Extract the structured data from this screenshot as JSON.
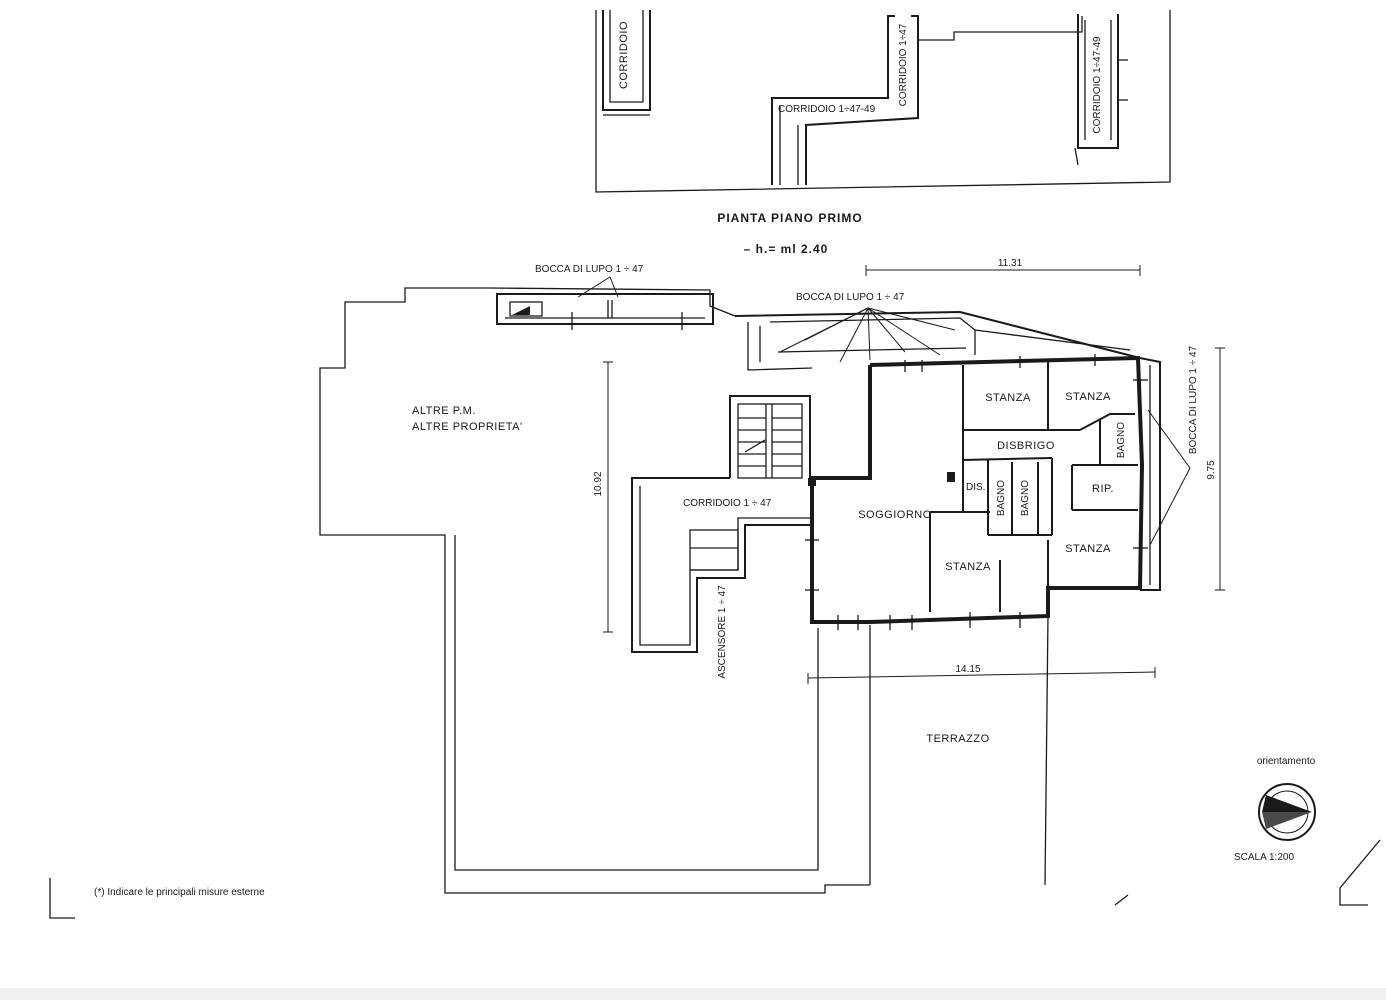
{
  "title": {
    "line1": "PIANTA PIANO PRIMO",
    "line2": "– h.= ml 2.40"
  },
  "labels": {
    "corridoio_top_left": "CORRIDOIO",
    "corridoio_top_h": "CORRIDOIO 1÷47-49",
    "corridoio_top_v1": "CORRIDOIO 1÷47",
    "corridoio_top_v2": "CORRIDOIO 1÷47-49",
    "bocca_1": "BOCCA DI LUPO 1 ÷ 47",
    "bocca_2": "BOCCA DI LUPO 1 ÷ 47",
    "bocca_3": "BOCCA DI LUPO 1 ÷ 47",
    "altre_pm": "ALTRE P.M.",
    "altre_proprieta": "ALTRE PROPRIETA'",
    "corridoio_mid": "CORRIDOIO 1 ÷ 47",
    "ascensore": "ASCENSORE 1 ÷ 47",
    "stanza_1": "STANZA",
    "stanza_2": "STANZA",
    "stanza_3": "STANZA",
    "stanza_4": "STANZA",
    "disbrigo": "DISBRIGO",
    "bagno_1": "BAGNO",
    "bagno_2": "BAGNO",
    "bagno_3": "BAGNO",
    "dis": "DIS.",
    "rip": "RIP.",
    "soggiorno": "SOGGIORNO",
    "terrazzo": "TERRAZZO"
  },
  "dimensions": {
    "top": "11.31",
    "right": "9.75",
    "left": "10.92",
    "bottom": "14.15"
  },
  "orientation": {
    "label": "orientamento",
    "scale": "SCALA 1:200"
  },
  "footnote": "(*) Indicare le principali misure esterne"
}
